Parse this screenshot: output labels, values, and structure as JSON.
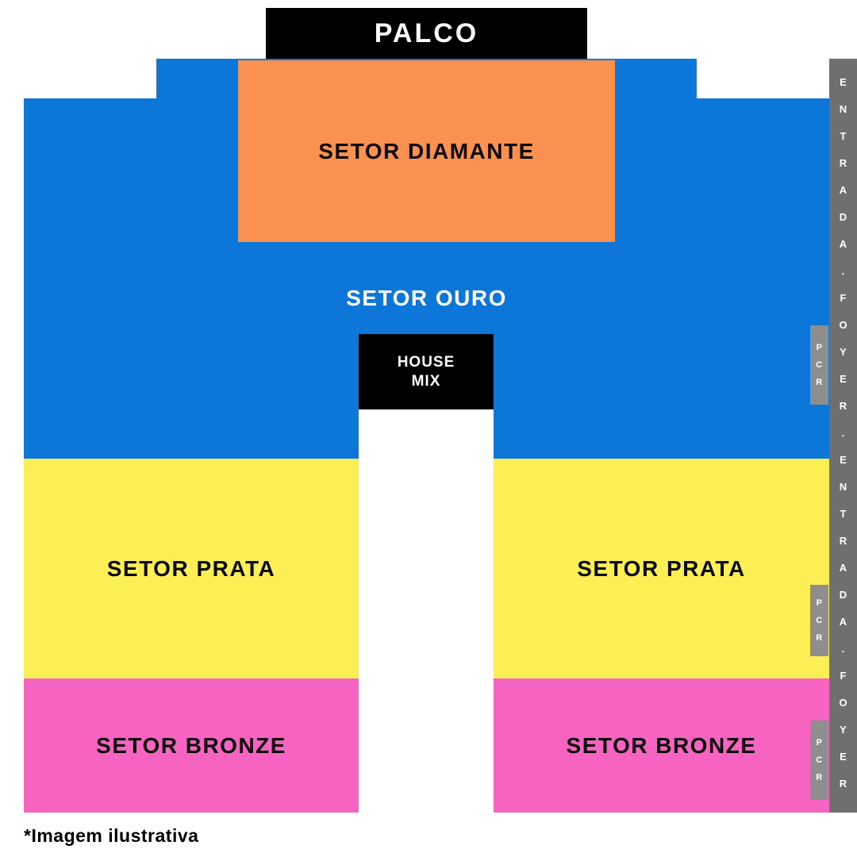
{
  "colors": {
    "stage": "#000000",
    "ouro": "#0d76d9",
    "diamante": "#fb9150",
    "prata": "#fcee55",
    "bronze": "#f763c1",
    "entrance_strip": "#6f6f6f",
    "pcr": "#8e8e8e"
  },
  "stage": {
    "label": "PALCO"
  },
  "sectors": {
    "diamante": {
      "label": "SETOR DIAMANTE"
    },
    "ouro": {
      "label": "SETOR OURO"
    },
    "prata_left": {
      "label": "SETOR PRATA"
    },
    "prata_right": {
      "label": "SETOR PRATA"
    },
    "bronze_left": {
      "label": "SETOR BRONZE"
    },
    "bronze_right": {
      "label": "SETOR BRONZE"
    }
  },
  "house_mix": {
    "label": "HOUSE\nMIX"
  },
  "entrance_strip": {
    "text": "ENTRADA . FOYER . ENTRADA . FOYER",
    "label": "E\nN\nT\nR\nA\nD\nA\n.\nF\nO\nY\nE\nR\n.\nE\nN\nT\nR\nA\nD\nA\n.\nF\nO\nY\nE\nR"
  },
  "pcr_boxes": [
    {
      "label": "P\nC\nR"
    },
    {
      "label": "P\nC\nR"
    },
    {
      "label": "P\nC\nR"
    }
  ],
  "footnote": "*Imagem ilustrativa"
}
